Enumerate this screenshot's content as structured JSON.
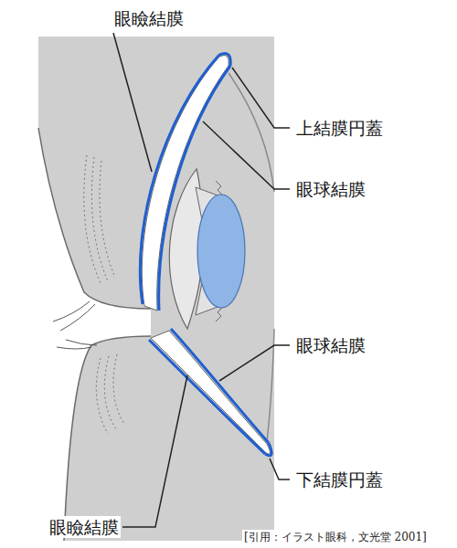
{
  "diagram": {
    "caption": "[引用：イラスト眼科，文光堂 2001]",
    "labels": [
      "眼瞼結膜",
      "上結膜円蓋",
      "眼球結膜",
      "眼球結膜",
      "下結膜円蓋",
      "眼瞼結膜"
    ]
  }
}
